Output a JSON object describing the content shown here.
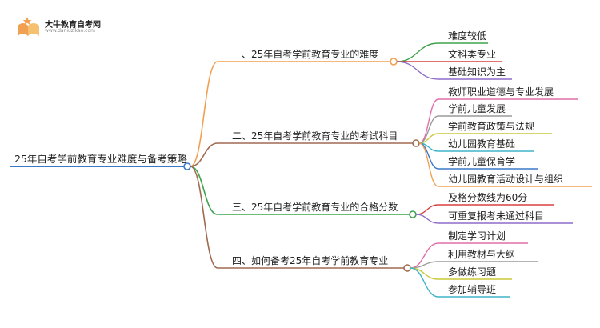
{
  "logo": {
    "site_name": "大牛教育自考网",
    "url": "www.daniuzikao.com"
  },
  "mindmap": {
    "root": "25年自考学前教育专业难度与备考策略",
    "branches": [
      {
        "label": "一、25年自考学前教育专业的难度",
        "color": "#F0A050",
        "children": [
          {
            "label": "难度较低",
            "color": "#3FA34D"
          },
          {
            "label": "文科类专业",
            "color": "#D94040"
          },
          {
            "label": "基础知识为主",
            "color": "#8E6BC8"
          }
        ]
      },
      {
        "label": "二、25年自考学前教育专业的考试科目",
        "color": "#A06A50",
        "children": [
          {
            "label": "教师职业道德与专业发展",
            "color": "#E06FA8"
          },
          {
            "label": "学前儿童发展",
            "color": "#9A9A9A"
          },
          {
            "label": "学前教育政策与法规",
            "color": "#C9C93A"
          },
          {
            "label": "幼儿园教育基础",
            "color": "#3FB4C9"
          },
          {
            "label": "学前儿童保育学",
            "color": "#3A78C8"
          },
          {
            "label": "幼儿园教育活动设计与组织",
            "color": "#F0A050"
          }
        ]
      },
      {
        "label": "三、25年自考学前教育专业的合格分数",
        "color": "#3FA34D",
        "children": [
          {
            "label": "及格分数线为60分",
            "color": "#D94040"
          },
          {
            "label": "可重复报考未通过科目",
            "color": "#8E6BC8"
          }
        ]
      },
      {
        "label": "四、如何备考25年自考学前教育专业",
        "color": "#A06A50",
        "children": [
          {
            "label": "制定学习计划",
            "color": "#E06FA8"
          },
          {
            "label": "利用教材与大纲",
            "color": "#9A9A9A"
          },
          {
            "label": "多做练习题",
            "color": "#C9C93A"
          },
          {
            "label": "参加辅导班",
            "color": "#3FB4C9"
          }
        ]
      }
    ],
    "root_color": "#3A78C8"
  }
}
